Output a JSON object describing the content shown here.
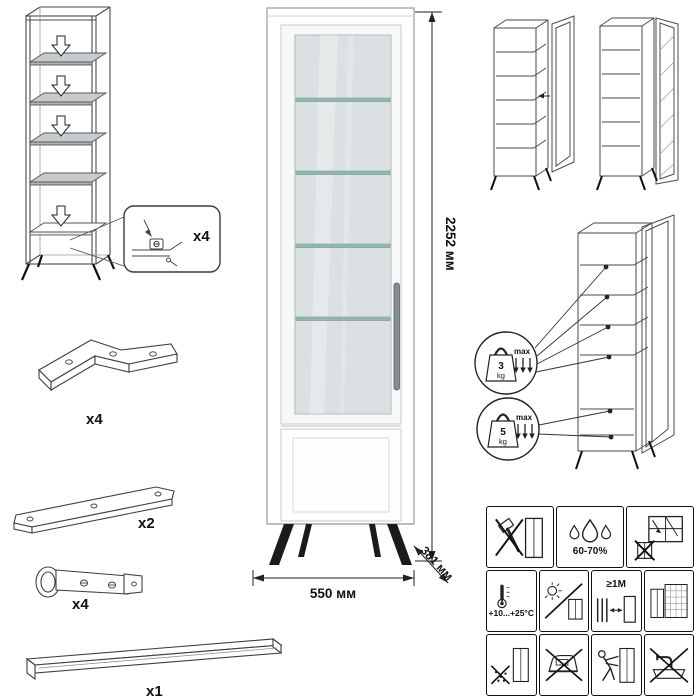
{
  "parts": [
    {
      "name": "shelf-bracket-detail",
      "count": "x4"
    },
    {
      "name": "leg-bracket",
      "count": "x4"
    },
    {
      "name": "support-rail",
      "count": "x2"
    },
    {
      "name": "hinge",
      "count": "x4"
    },
    {
      "name": "handle-profile",
      "count": "x1"
    }
  ],
  "dimensions": {
    "height": "2252 мм",
    "width": "550 мм",
    "depth": "381 мм"
  },
  "load_limits": [
    {
      "value": "3",
      "unit": "kg",
      "note": "max"
    },
    {
      "value": "5",
      "unit": "kg",
      "note": "max"
    }
  ],
  "care": [
    {
      "icon": "no-hammer-icon",
      "label": ""
    },
    {
      "icon": "humidity-icon",
      "label": "60-70%"
    },
    {
      "icon": "no-draft-icon",
      "label": ""
    },
    {
      "icon": "temperature-icon",
      "label": "+10...+25°C"
    },
    {
      "icon": "no-sunlight-icon",
      "label": ""
    },
    {
      "icon": "heat-distance-icon",
      "label": "≥1M"
    },
    {
      "icon": "wall-mount-icon",
      "label": ""
    },
    {
      "icon": "no-debris-icon",
      "label": ""
    },
    {
      "icon": "no-iron-icon",
      "label": ""
    },
    {
      "icon": "move-carefully-icon",
      "label": ""
    },
    {
      "icon": "no-water-icon",
      "label": ""
    }
  ],
  "colors": {
    "glass": "#dbe1e2",
    "glass_shelf": "#95b5ad",
    "cabinet": "#ffffff",
    "legs": "#1b1b1b",
    "outline": "#3f3f3f"
  }
}
